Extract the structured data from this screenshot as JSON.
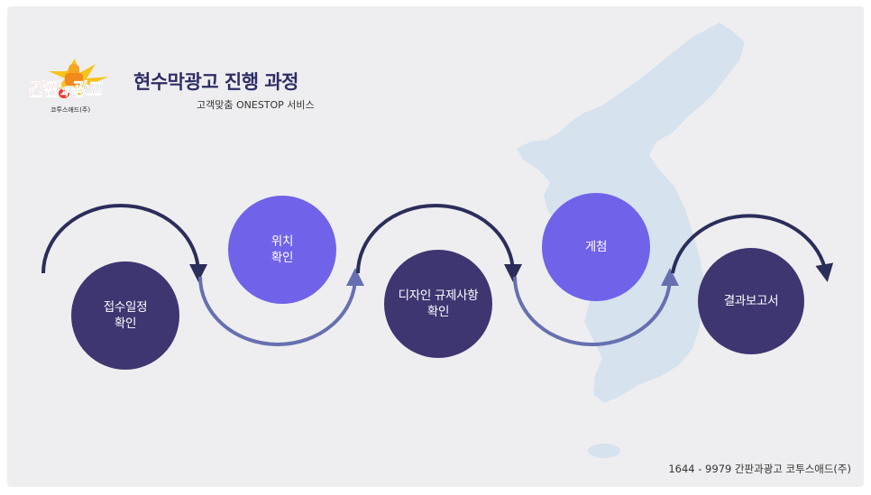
{
  "logo": {
    "text_part1": "간판",
    "text_part2": "과",
    "text_part3": "광고",
    "sub": "코투스애드(주)"
  },
  "header": {
    "title": "현수막광고 진행 과정",
    "subtitle": "고객맞춤 ONESTOP 서비스"
  },
  "steps": [
    {
      "label": "접수일정\n확인",
      "tone": "dark"
    },
    {
      "label": "위치\n확인",
      "tone": "light"
    },
    {
      "label": "디자인 규제사항\n확인",
      "tone": "dark"
    },
    {
      "label": "게첨",
      "tone": "light"
    },
    {
      "label": "결과보고서",
      "tone": "dark"
    }
  ],
  "footer": {
    "contact": "1644 - 9979 간판과광고 코투스애드(주)"
  },
  "colors": {
    "background": "#eeeef0",
    "map": "#d6e2ee",
    "dark_circle": "#3e3671",
    "light_circle": "#7162ea",
    "upper_arc": "#2b2d5a",
    "lower_arc": "#6670b0",
    "title": "#2d2d66"
  },
  "icons": [
    "thumbs-up-icon",
    "korea-map-silhouette"
  ]
}
